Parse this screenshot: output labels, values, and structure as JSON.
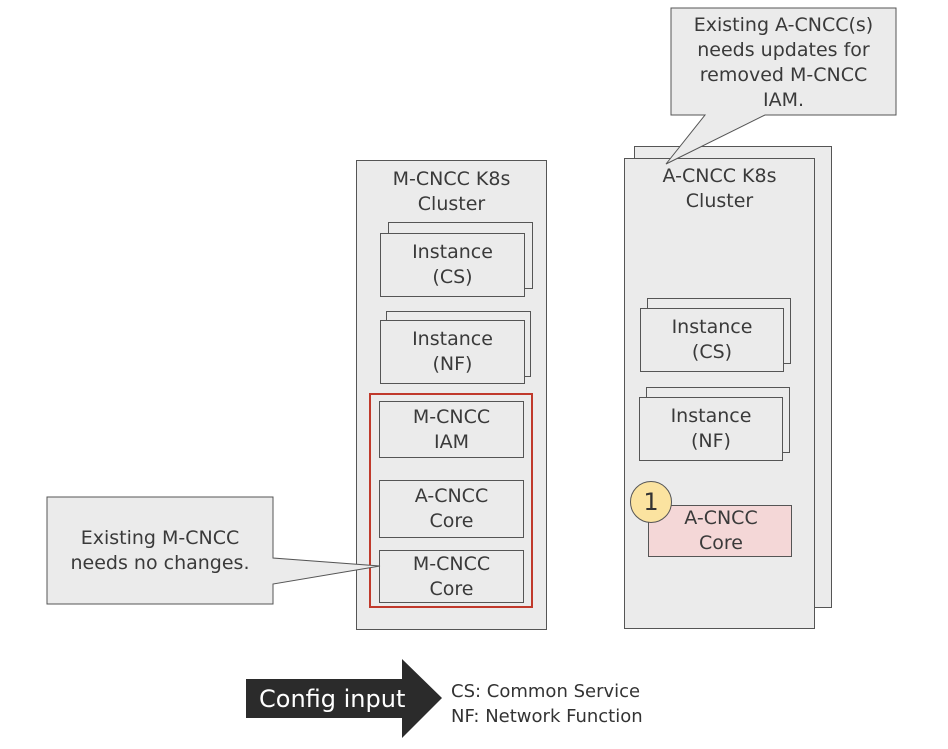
{
  "m_cluster": {
    "title": "M-CNCC K8s\nCluster",
    "instance_cs": "Instance\n(CS)",
    "instance_nf": "Instance\n(NF)",
    "m_cncc_iam": "M-CNCC\nIAM",
    "a_cncc_core": "A-CNCC\nCore",
    "m_cncc_core": "M-CNCC\nCore",
    "highlight_color": "#c0392b"
  },
  "a_cluster": {
    "title": "A-CNCC K8s\nCluster",
    "instance_cs": "Instance\n(CS)",
    "instance_nf": "Instance\n(NF)",
    "a_cncc_core": "A-CNCC\nCore",
    "core_fill_color": "#f4d7d7",
    "badge": "1",
    "badge_color": "#fbe3a0"
  },
  "callouts": {
    "top_right": "Existing A-CNCC(s)\nneeds updates for\nremoved M-CNCC\nIAM.",
    "left": "Existing M-CNCC\nneeds no changes."
  },
  "arrow": {
    "label": "Config input",
    "icon": "right-arrow-icon",
    "color": "#2b2b2b"
  },
  "legend": {
    "cs": "CS: Common Service",
    "nf": "NF: Network Function"
  }
}
